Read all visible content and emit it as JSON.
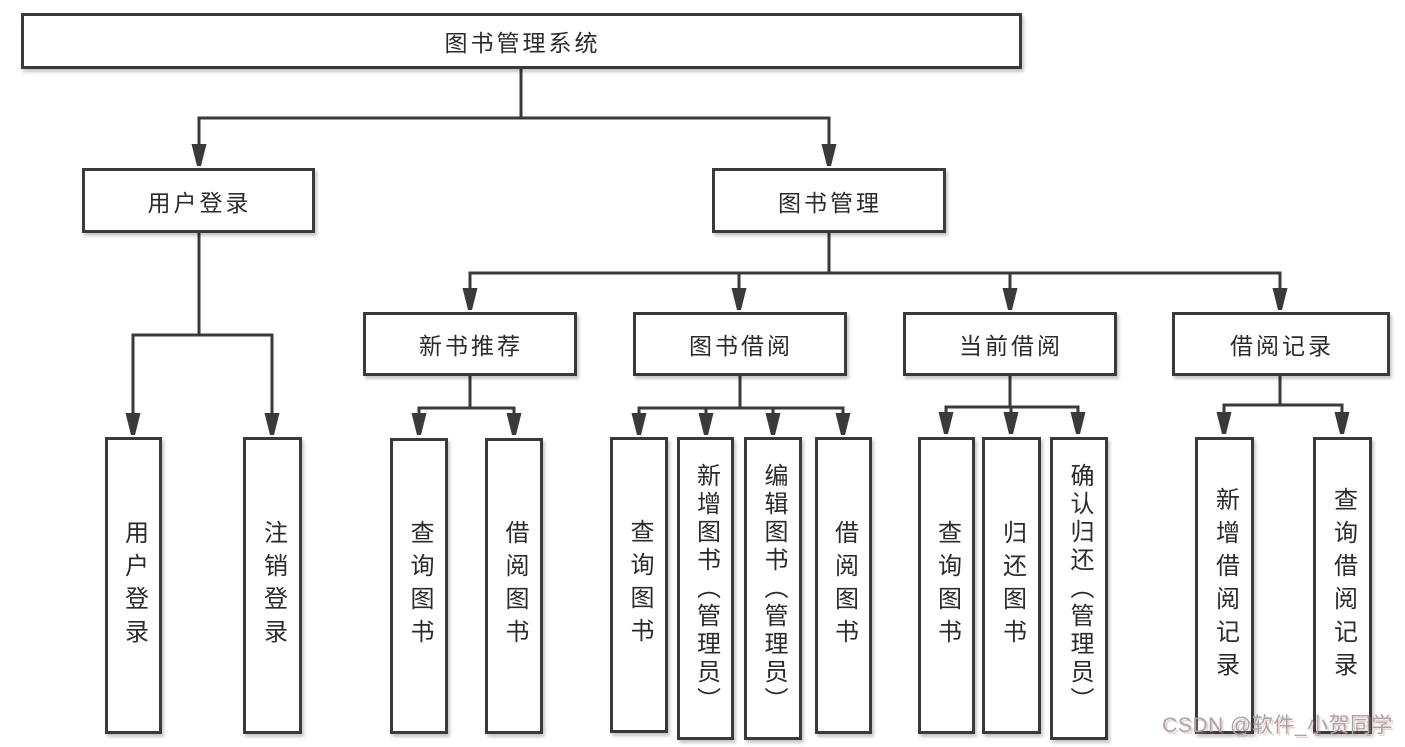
{
  "diagram": {
    "title": "图书管理系统",
    "watermark": "CSDN @软件_小贺同学",
    "colors": {
      "line": "#3a3a3a",
      "box_border": "#3a3a3a",
      "box_bg": "#ffffff",
      "text": "#2b2b2b",
      "watermark": "#a6a6a6"
    },
    "nodes": {
      "root": {
        "label": "图书管理系统"
      },
      "level2": [
        {
          "label": "用户登录",
          "parent": "图书管理系统"
        },
        {
          "label": "图书管理",
          "parent": "图书管理系统"
        }
      ],
      "level3": [
        {
          "label": "新书推荐",
          "parent": "图书管理"
        },
        {
          "label": "图书借阅",
          "parent": "图书管理"
        },
        {
          "label": "当前借阅",
          "parent": "图书管理"
        },
        {
          "label": "借阅记录",
          "parent": "图书管理"
        }
      ],
      "leaves": [
        {
          "label": "用户登录",
          "parent": "用户登录"
        },
        {
          "label": "注销登录",
          "parent": "用户登录"
        },
        {
          "label": "查询图书",
          "parent": "新书推荐"
        },
        {
          "label": "借阅图书",
          "parent": "新书推荐"
        },
        {
          "label": "查询图书",
          "parent": "图书借阅"
        },
        {
          "label": "新增图书（管理员）",
          "parent": "图书借阅"
        },
        {
          "label": "编辑图书（管理员）",
          "parent": "图书借阅"
        },
        {
          "label": "借阅图书",
          "parent": "图书借阅"
        },
        {
          "label": "查询图书",
          "parent": "当前借阅"
        },
        {
          "label": "归还图书",
          "parent": "当前借阅"
        },
        {
          "label": "确认归还（管理员）",
          "parent": "当前借阅"
        },
        {
          "label": "新增借阅记录",
          "parent": "借阅记录"
        },
        {
          "label": "查询借阅记录",
          "parent": "借阅记录"
        }
      ]
    }
  }
}
